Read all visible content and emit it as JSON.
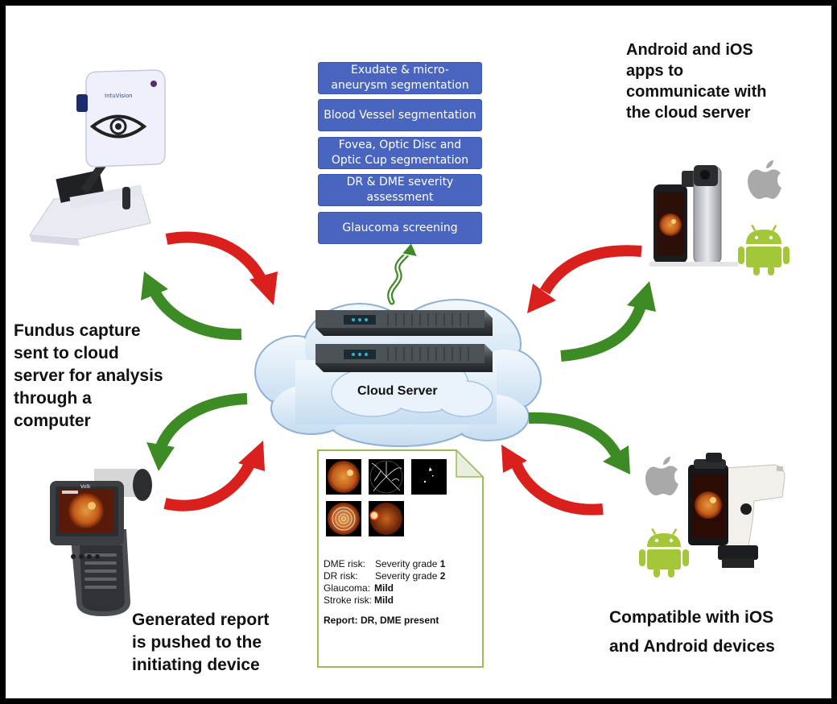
{
  "headings": {
    "left_capture": "Fundus capture\nsent to cloud\nserver for analysis\nthrough a\ncomputer",
    "top_right_apps": "Android and iOS\napps to\ncommunicate with\nthe cloud server",
    "bottom_report": "Generated report\nis pushed to the\ninitiating device",
    "bottom_right_compat": "Compatible with iOS\nand Android devices"
  },
  "cloud_label": "Cloud Server",
  "tasks": [
    "Exudate & micro-aneurysm segmentation",
    "Blood Vessel segmentation",
    "Fovea, Optic Disc and Optic Cup segmentation",
    "DR & DME severity assessment",
    "Glaucoma screening"
  ],
  "device_labels": {
    "desktop_brand": "IntuVision",
    "handheld_brand": "Volk"
  },
  "report": {
    "dme_label": "DME risk:",
    "dme_value_prefix": "Severity grade ",
    "dme_value_grade": "1",
    "dr_label": "DR risk:",
    "dr_value_prefix": "Severity grade ",
    "dr_value_grade": "2",
    "glaucoma_label": "Glaucoma:",
    "glaucoma_value": "Mild",
    "stroke_label": "Stroke risk:",
    "stroke_value": "Mild",
    "summary": "Report: DR, DME present"
  },
  "colors": {
    "task_box": "#4a65c0",
    "arrow_red": "#d9201c",
    "arrow_green": "#3d8b25",
    "android_green": "#a4c639",
    "apple_gray": "#a9a9a9",
    "report_border": "#9bbb59"
  }
}
